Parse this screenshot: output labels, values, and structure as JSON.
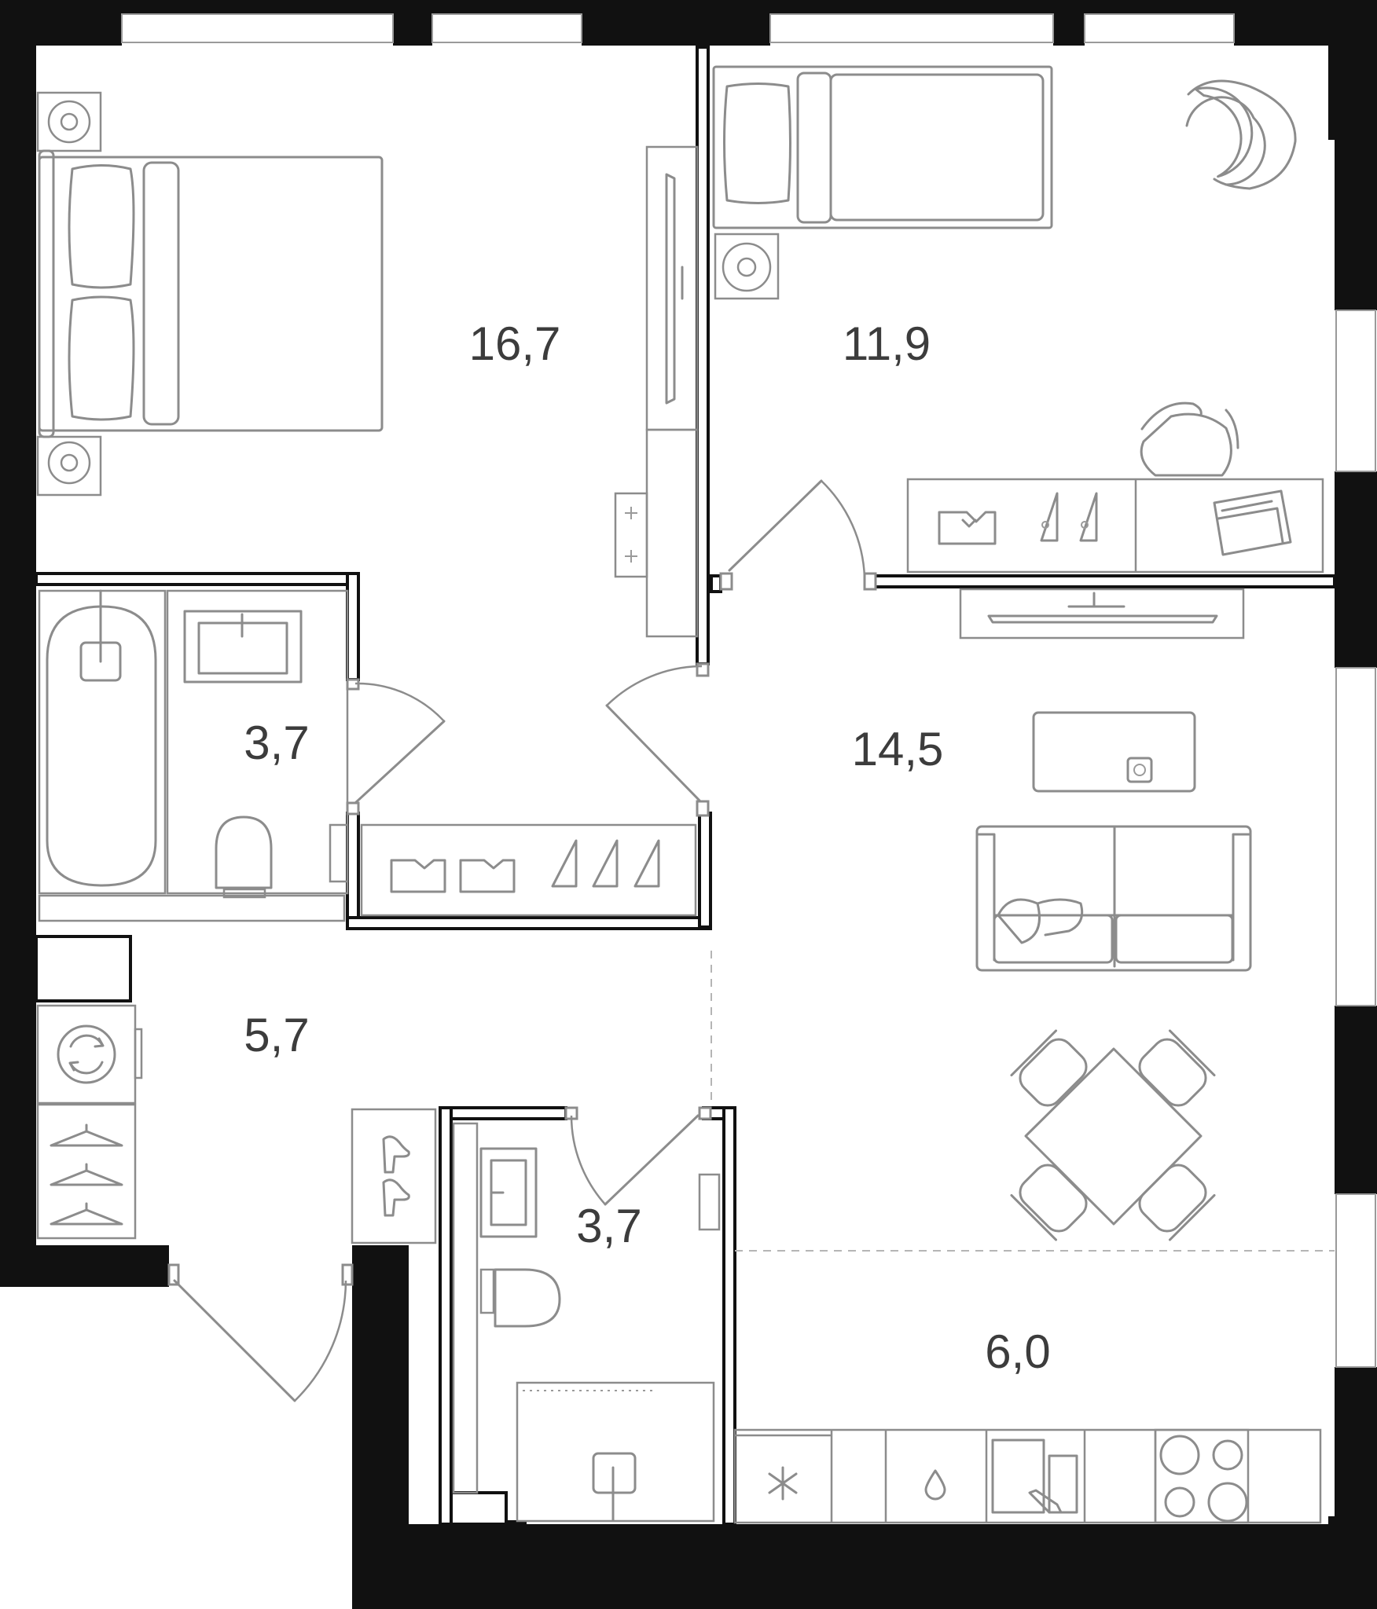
{
  "plan": {
    "rooms": [
      {
        "id": "bedroom-large",
        "area": "16,7"
      },
      {
        "id": "bedroom-small",
        "area": "11,9"
      },
      {
        "id": "living-room",
        "area": "14,5"
      },
      {
        "id": "bathroom",
        "area": "3,7"
      },
      {
        "id": "hallway",
        "area": "5,7"
      },
      {
        "id": "toilet-room",
        "area": "3,7"
      },
      {
        "id": "kitchen",
        "area": "6,0"
      }
    ],
    "colors": {
      "walls": "#111111",
      "furniture": "#8c8c8c",
      "labels": "#3c3c3c",
      "background": "#ffffff"
    },
    "icons": [
      "double-bed-icon",
      "single-bed-icon",
      "nightstand-icon",
      "armchair-icon",
      "desk-chair-icon",
      "laptop-icon",
      "tv-icon",
      "sofa-icon",
      "dining-table-icon",
      "bathtub-icon",
      "sink-icon",
      "toilet-icon",
      "washing-machine-icon",
      "hanger-icon",
      "shoes-icon",
      "shower-icon",
      "fridge-icon",
      "stove-icon",
      "kitchen-sink-icon"
    ]
  }
}
